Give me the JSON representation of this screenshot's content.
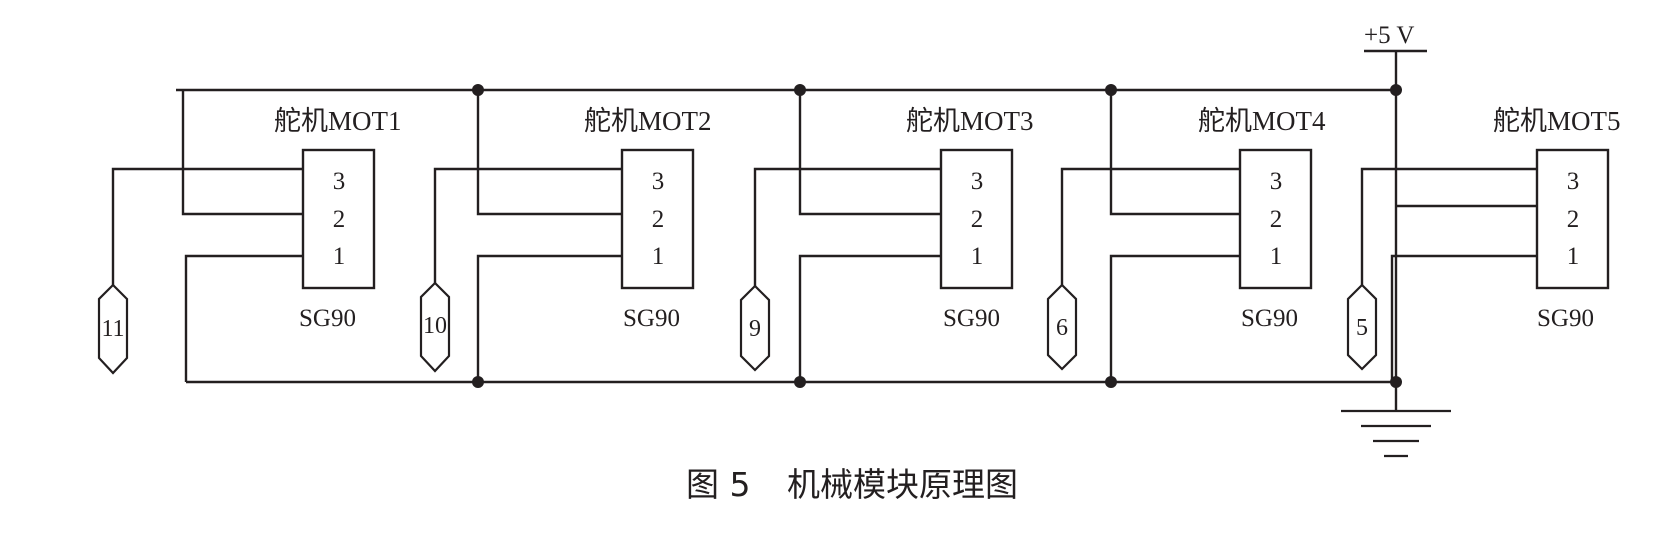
{
  "supply_label": "+5 V",
  "caption": {
    "figure_label": "图 5",
    "title": "机械模块原理图"
  },
  "motors": [
    {
      "name": "舵机MOT1",
      "model": "SG90",
      "pins": [
        "3",
        "2",
        "1"
      ],
      "port": "11"
    },
    {
      "name": "舵机MOT2",
      "model": "SG90",
      "pins": [
        "3",
        "2",
        "1"
      ],
      "port": "10"
    },
    {
      "name": "舵机MOT3",
      "model": "SG90",
      "pins": [
        "3",
        "2",
        "1"
      ],
      "port": "9"
    },
    {
      "name": "舵机MOT4",
      "model": "SG90",
      "pins": [
        "3",
        "2",
        "1"
      ],
      "port": "6"
    },
    {
      "name": "舵机MOT5",
      "model": "SG90",
      "pins": [
        "3",
        "2",
        "1"
      ],
      "port": "5"
    }
  ],
  "colors": {
    "line": "#231f20",
    "background": "#ffffff"
  }
}
